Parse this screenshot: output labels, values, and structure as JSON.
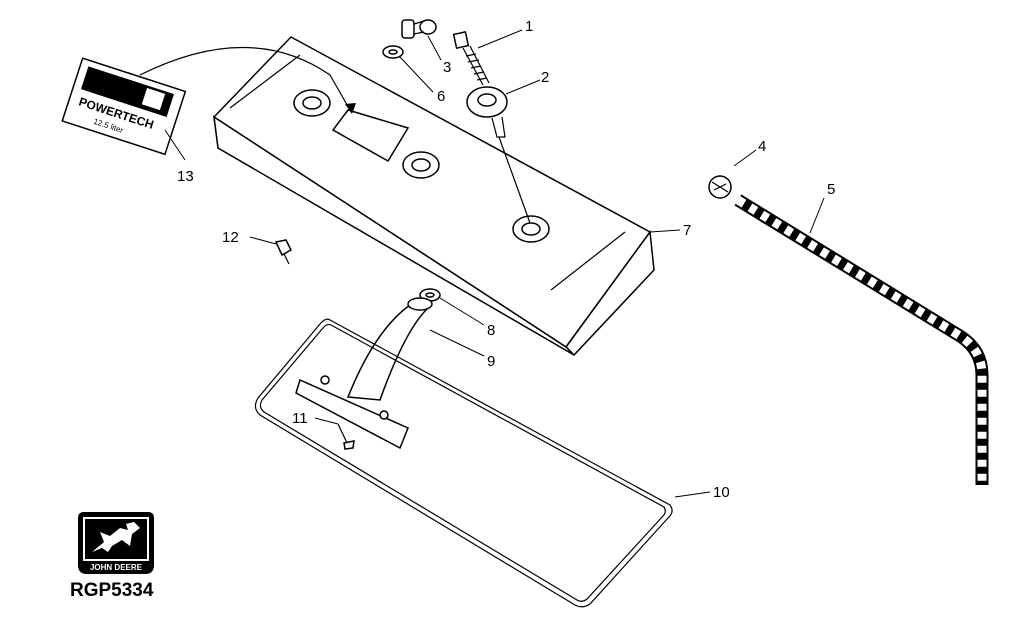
{
  "figure_id": "RGP5334",
  "brand_text": "JOHN DEERE",
  "decal": {
    "line1": "POWERTECH",
    "line2": "12.5 liter"
  },
  "callouts": [
    {
      "id": "c1",
      "label": "1"
    },
    {
      "id": "c2",
      "label": "2"
    },
    {
      "id": "c3",
      "label": "3"
    },
    {
      "id": "c4",
      "label": "4"
    },
    {
      "id": "c5",
      "label": "5"
    },
    {
      "id": "c6",
      "label": "6"
    },
    {
      "id": "c7",
      "label": "7"
    },
    {
      "id": "c8",
      "label": "8"
    },
    {
      "id": "c9",
      "label": "9"
    },
    {
      "id": "c10",
      "label": "10"
    },
    {
      "id": "c11",
      "label": "11"
    },
    {
      "id": "c12",
      "label": "12"
    },
    {
      "id": "c13",
      "label": "13"
    }
  ]
}
